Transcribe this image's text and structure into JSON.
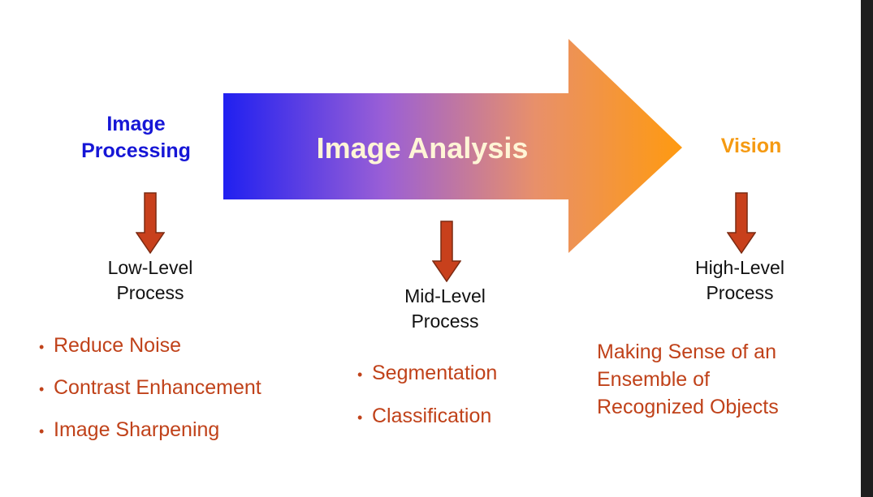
{
  "colors": {
    "blue_title": "#1616d6",
    "orange_title": "#f59a12",
    "arrow_gradient": [
      "#2020f0",
      "#9a5fd6",
      "#e8906a",
      "#ff9a10"
    ],
    "down_arrow_fill": "#c8401c",
    "down_arrow_stroke": "#7a2a12",
    "bullet_text": "#c0421a"
  },
  "stages": {
    "low": {
      "title": "Image\nProcessing",
      "level_label": "Low-Level\nProcess",
      "bullets": [
        "Reduce Noise",
        "Contrast Enhancement",
        "Image Sharpening"
      ]
    },
    "mid": {
      "title": "Image Analysis",
      "level_label": "Mid-Level\nProcess",
      "bullets": [
        "Segmentation",
        "Classification"
      ]
    },
    "high": {
      "title": "Vision",
      "level_label": "High-Level\nProcess",
      "description": "Making Sense of an\nEnsemble of\nRecognized Objects"
    }
  },
  "icons": {
    "big_arrow": "right-arrow-icon",
    "down_arrow": "down-arrow-icon",
    "bullet": "bullet-dot-icon"
  }
}
